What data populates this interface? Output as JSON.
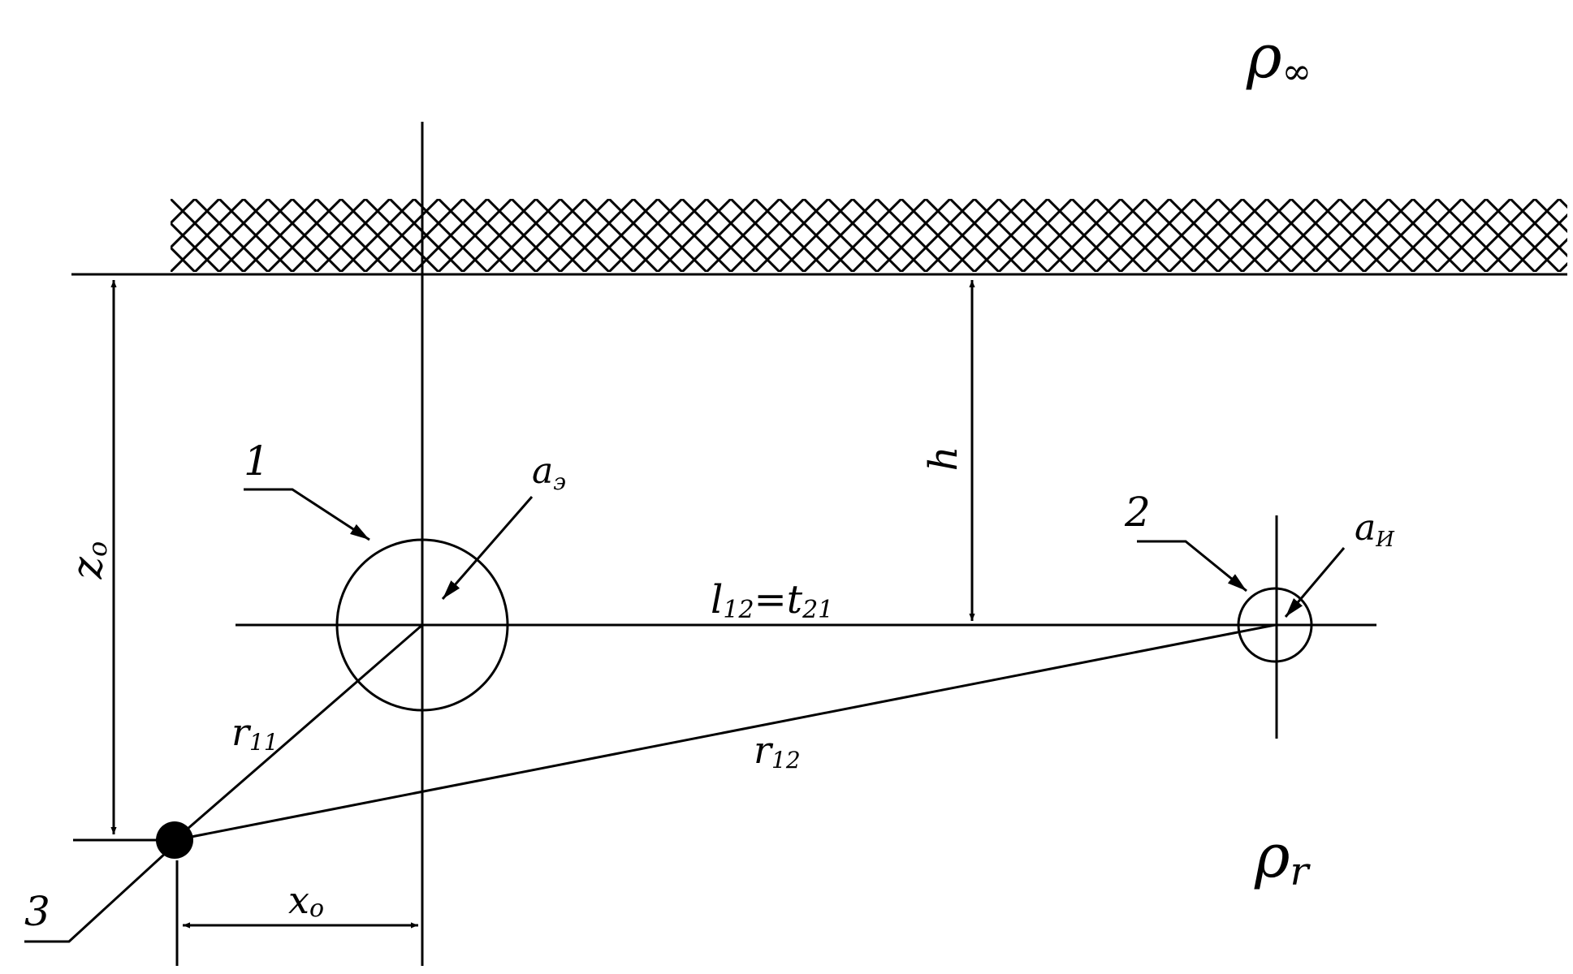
{
  "labels": {
    "rho_inf": {
      "base": "ρ",
      "sub": "∞"
    },
    "rho_r": {
      "base": "ρ",
      "sub": "r"
    },
    "h": "h",
    "z0": {
      "base": "z",
      "sub": "o"
    },
    "x0": {
      "base": "x",
      "sub": "o"
    },
    "a_e": {
      "base": "a",
      "sub": "э"
    },
    "a_i": {
      "base": "a",
      "sub": "И"
    },
    "l12_eq": {
      "a_base": "l",
      "a_sub": "12",
      "eq": "=",
      "b_base": "t",
      "b_sub": "21"
    },
    "r11": {
      "base": "r",
      "sub": "11"
    },
    "r12": {
      "base": "r",
      "sub": "12"
    },
    "n1": "1",
    "n2": "2",
    "n3": "3"
  }
}
